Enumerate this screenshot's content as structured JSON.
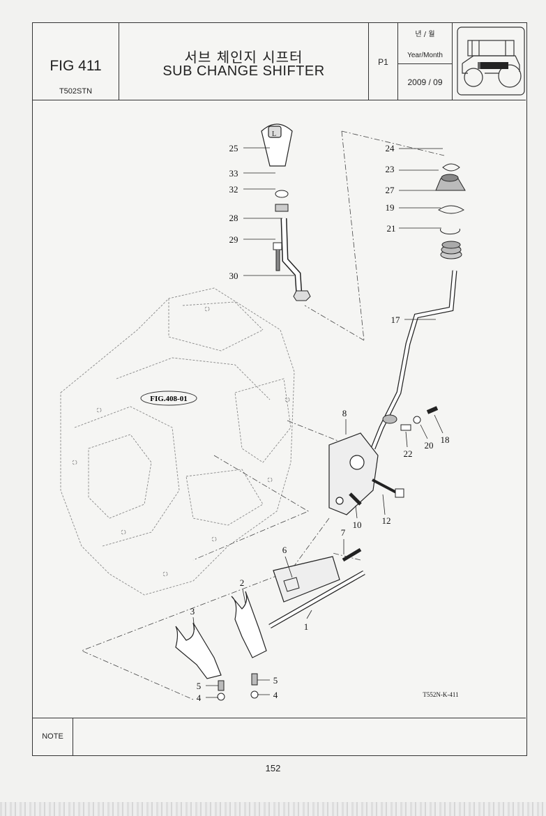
{
  "header": {
    "fig_number": "FIG 411",
    "model": "T502STN",
    "title_korean": "서브 체인지 시프터",
    "title_english": "SUB CHANGE SHIFTER",
    "page": "P1",
    "year_month_korean": "년 / 월",
    "year_month_english": "Year/Month",
    "date": "2009 / 09",
    "tractor_icon": "tractor-silhouette-icon"
  },
  "drawing": {
    "reference_label": "FIG.408-01",
    "drawing_code": "T552N-K-411",
    "callouts": [
      "25",
      "33",
      "32",
      "28",
      "29",
      "30",
      "24",
      "23",
      "27",
      "19",
      "21",
      "17",
      "8",
      "22",
      "20",
      "18",
      "10",
      "12",
      "6",
      "7",
      "2",
      "3",
      "1",
      "5",
      "4",
      "5",
      "4"
    ]
  },
  "note": {
    "label": "NOTE",
    "text": ""
  },
  "footer": {
    "page_number": "152"
  }
}
